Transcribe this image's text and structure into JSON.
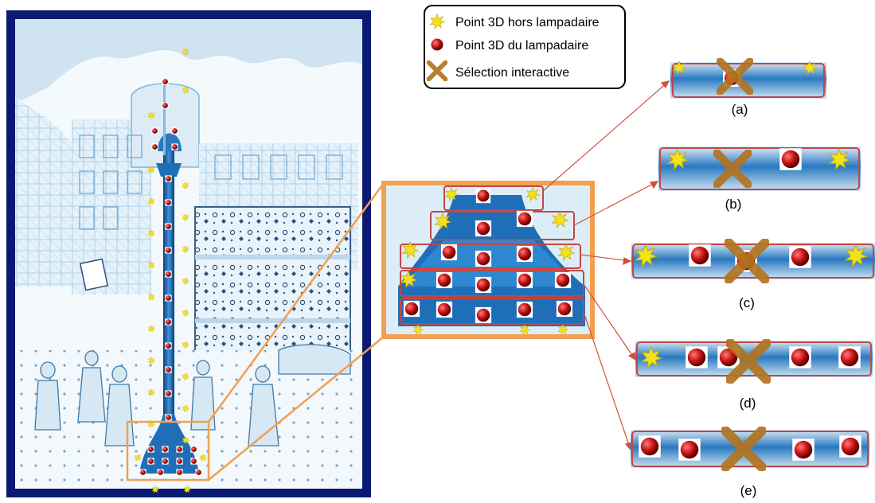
{
  "legend": {
    "items": [
      {
        "label": "Point 3D hors lampadaire",
        "icon": "yellow-star-icon",
        "color": "#f2e21c"
      },
      {
        "label": "Point 3D du lampadaire",
        "icon": "red-sphere-icon",
        "color": "#c81414"
      },
      {
        "label": "Sélection  interactive",
        "icon": "brown-cross-icon",
        "color": "#b27420"
      }
    ]
  },
  "strips": [
    {
      "label": "(a)",
      "points": [
        "star",
        "red",
        "cross",
        "star"
      ]
    },
    {
      "label": "(b)",
      "points": [
        "star",
        "cross",
        "red",
        "star"
      ]
    },
    {
      "label": "(c)",
      "points": [
        "star",
        "red",
        "cross",
        "red",
        "star"
      ]
    },
    {
      "label": "(d)",
      "points": [
        "star",
        "red",
        "red",
        "cross",
        "red",
        "red"
      ]
    },
    {
      "label": "(e)",
      "points": [
        "red",
        "red",
        "cross",
        "red",
        "red"
      ]
    }
  ],
  "colors": {
    "frame": "#0a1a72",
    "highlight": "#f0a050",
    "selection_box": "#c04848",
    "connector": "#d05040",
    "lamp_blue": "#1e6fb8",
    "sketch": "#7fb8da"
  }
}
